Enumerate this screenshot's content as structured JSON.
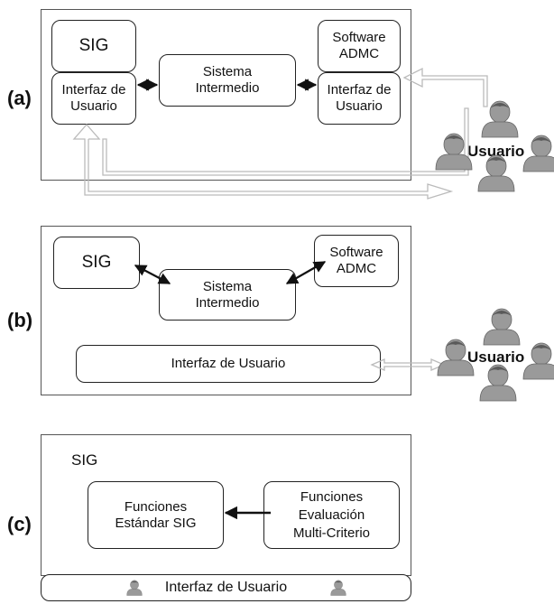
{
  "panel_a": {
    "label": "(a)",
    "sig": "SIG",
    "software": "Software\nADMC",
    "ui_left": "Interfaz de\nUsuario",
    "middle": "Sistema\nIntermedio",
    "ui_right": "Interfaz de\nUsuario",
    "users": "Usuario"
  },
  "panel_b": {
    "label": "(b)",
    "sig": "SIG",
    "software": "Software\nADMC",
    "middle": "Sistema\nIntermedio",
    "ui": "Interfaz de Usuario",
    "users": "Usuario"
  },
  "panel_c": {
    "label": "(c)",
    "sig": "SIG",
    "standard": "Funciones\nEstándar SIG",
    "mcda": "Funciones\nEvaluación\nMulti-Criterio",
    "ui": "Interfaz de Usuario"
  }
}
